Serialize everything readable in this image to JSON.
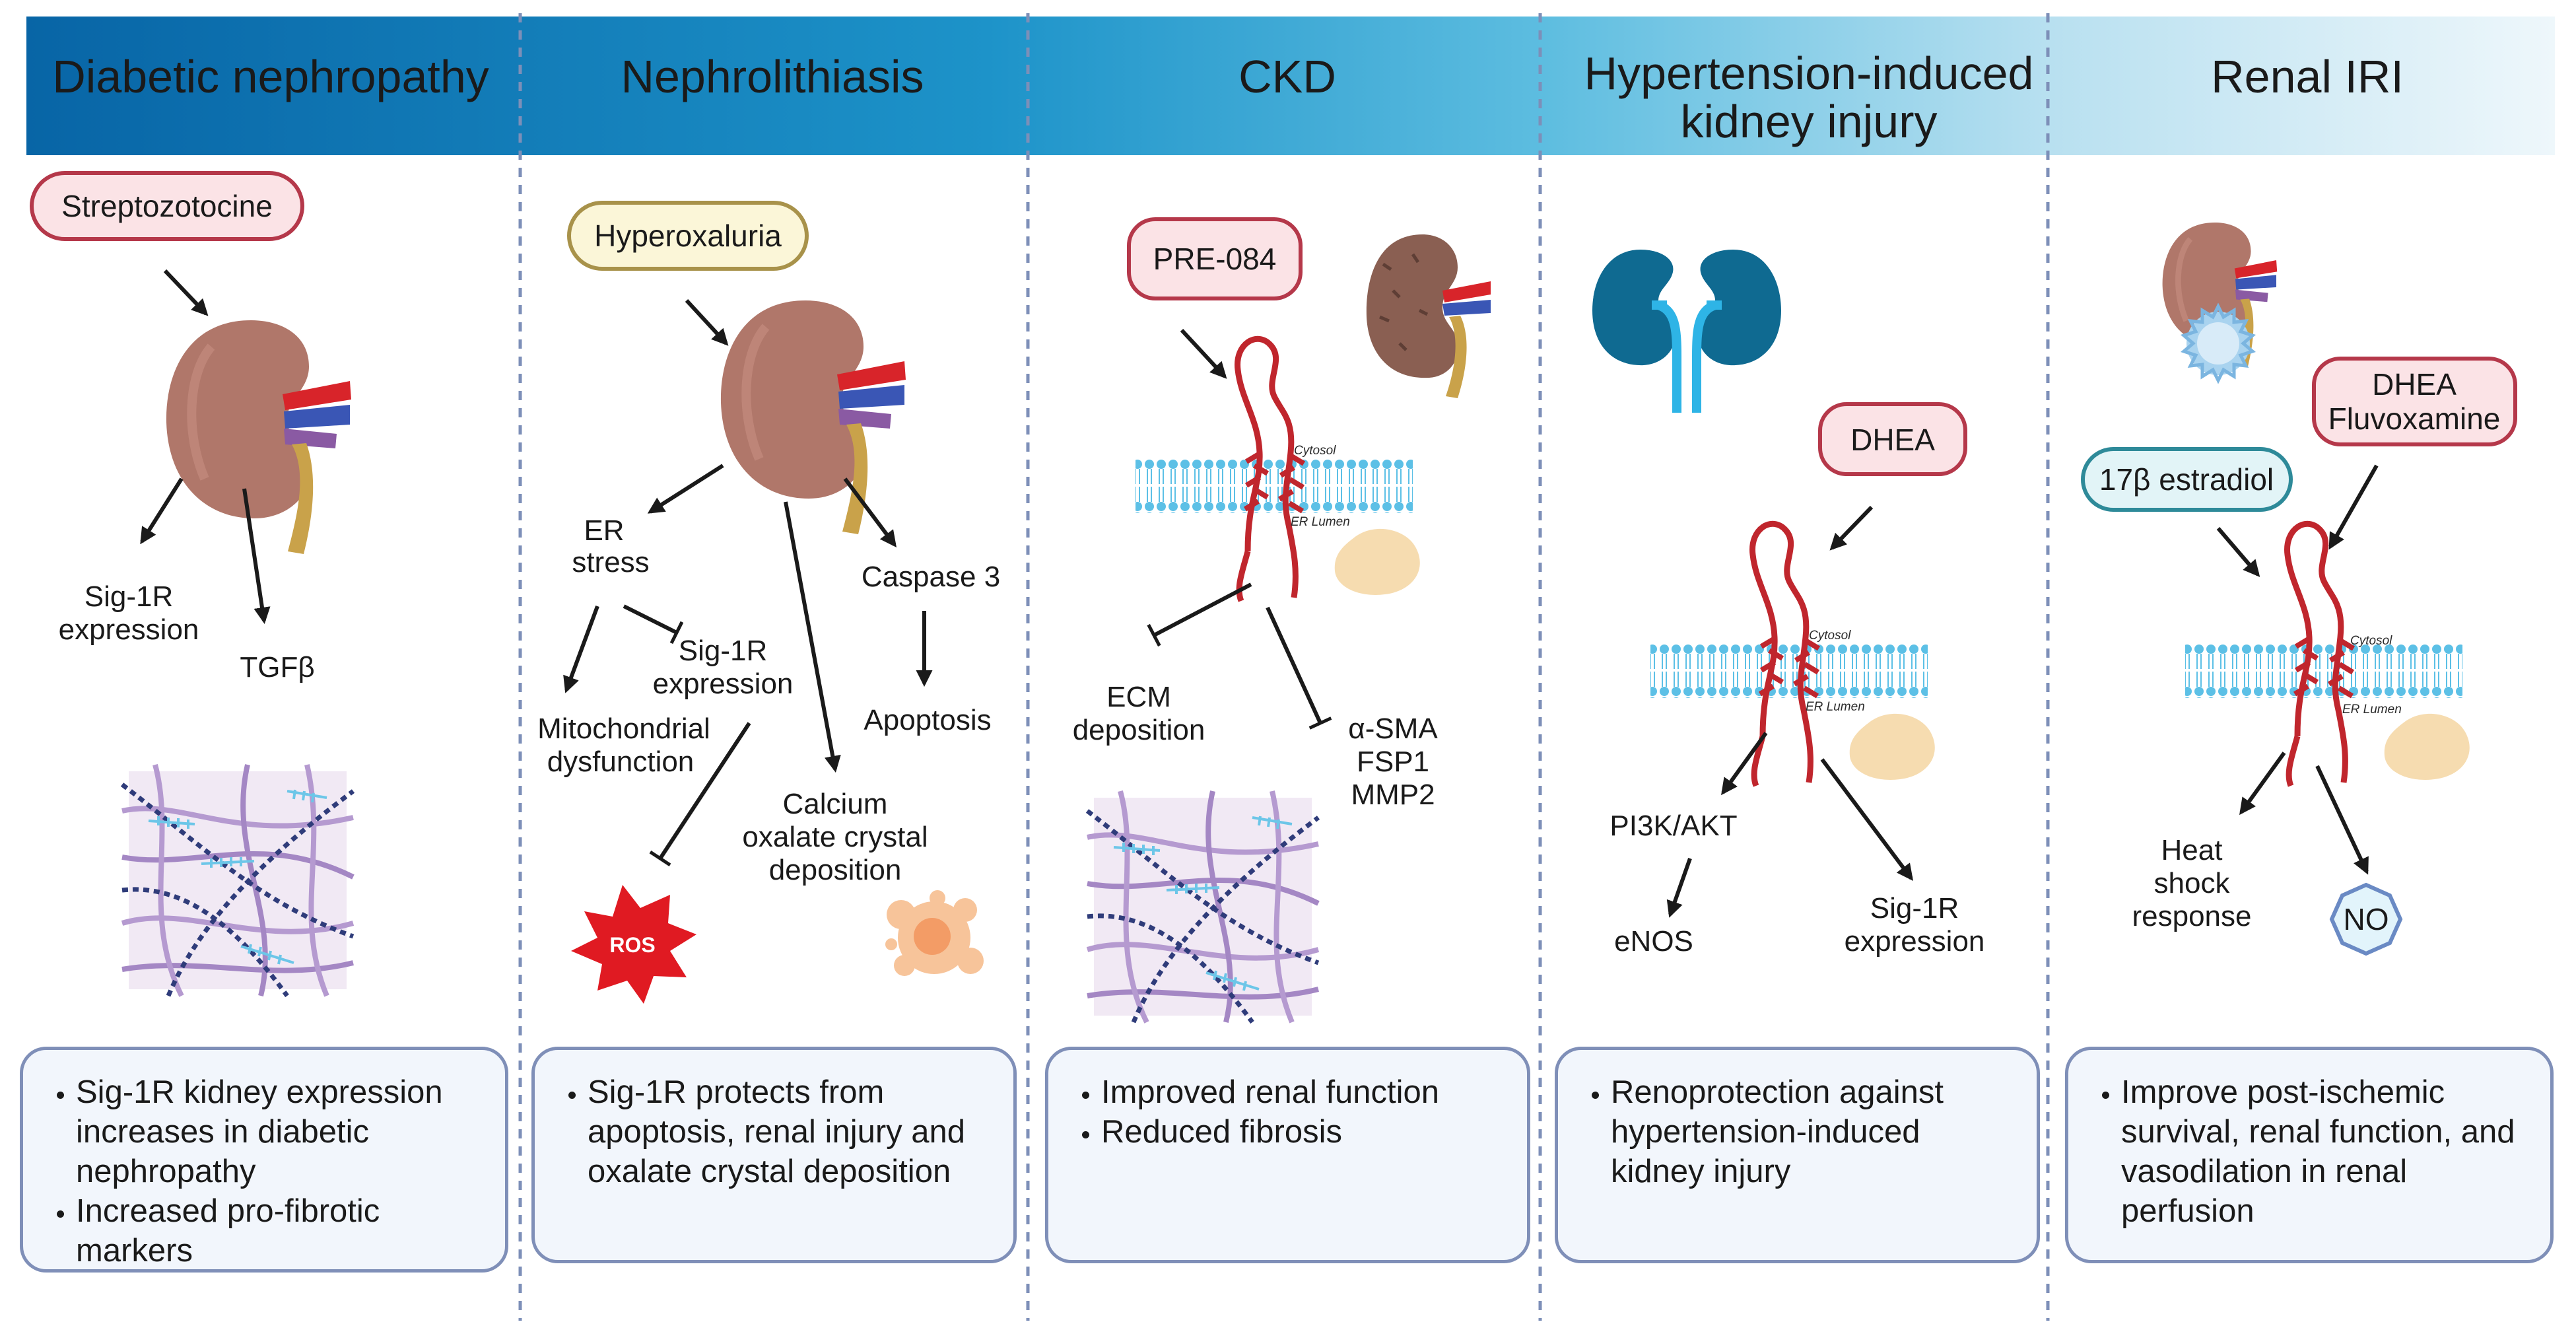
{
  "columns": {
    "diabetic": {
      "title": "Diabetic nephropathy",
      "inducer": "Streptozotocine",
      "labels": {
        "sig1r_1": "Sig-1R",
        "sig1r_2": "expression",
        "tgfb": "TGFβ"
      },
      "summary": [
        "Sig-1R kidney expression increases in diabetic nephropathy",
        "Increased pro-fibrotic markers"
      ]
    },
    "nephrolithiasis": {
      "title": "Nephrolithiasis",
      "inducer": "Hyperoxaluria",
      "labels": {
        "er_1": "ER",
        "er_2": "stress",
        "sig1r_1": "Sig-1R",
        "sig1r_2": "expression",
        "mito_1": "Mitochondrial",
        "mito_2": "dysfunction",
        "casp": "Caspase 3",
        "apoptosis": "Apoptosis",
        "ca_1": "Calcium",
        "ca_2": "oxalate crystal",
        "ca_3": "deposition",
        "ros": "ROS"
      },
      "summary": [
        "Sig-1R protects from apoptosis, renal injury and oxalate crystal deposition"
      ]
    },
    "ckd": {
      "title": "CKD",
      "drug": "PRE-084",
      "labels": {
        "cytosol": "Cytosol",
        "er_lumen": "ER Lumen",
        "ecm_1": "ECM",
        "ecm_2": "deposition",
        "a_sma": "α-SMA",
        "fsp1": "FSP1",
        "mmp2": "MMP2"
      },
      "summary": [
        "Improved renal function",
        "Reduced fibrosis"
      ]
    },
    "hypertension": {
      "title_1": "Hypertension-induced",
      "title_2": "kidney injury",
      "drug": "DHEA",
      "labels": {
        "cytosol": "Cytosol",
        "er_lumen": "ER Lumen",
        "pi3k": "PI3K/AKT",
        "enos": "eNOS",
        "sig1r_1": "Sig-1R",
        "sig1r_2": "expression"
      },
      "summary": [
        "Renoprotection against hypertension-induced kidney injury"
      ]
    },
    "iri": {
      "title": "Renal IRI",
      "drug_1": "DHEA",
      "drug_2": "Fluvoxamine",
      "estradiol": "17β estradiol",
      "labels": {
        "cytosol": "Cytosol",
        "er_lumen": "ER Lumen",
        "heat_1": "Heat",
        "heat_2": "shock",
        "heat_3": "response",
        "no": "NO"
      },
      "summary": [
        "Improve post-ischemic survival, renal function, and  vasodilation in renal perfusion"
      ]
    }
  },
  "colors": {
    "banner_left": "#0a6aa8",
    "banner_right": "#e7f3fa",
    "kidney": "#b0776a",
    "receptor": "#c0262d",
    "membrane": "#5cc0e6",
    "pill_red_border": "#b5384a",
    "pill_yellow_border": "#a8924a",
    "pill_teal_border": "#2e8a99",
    "ros": "#e01a22",
    "summary_border": "#7f8fb8",
    "divider": "#7d8fb8"
  }
}
